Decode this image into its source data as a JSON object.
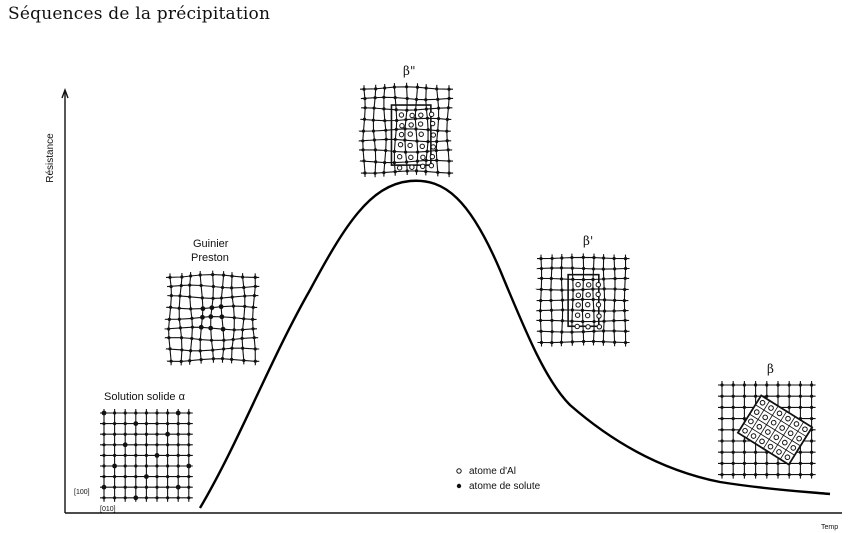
{
  "title": "Séquences de la précipitation",
  "axes": {
    "y_label": "Résistance",
    "x_label": "Temp"
  },
  "stages": [
    {
      "id": "alpha",
      "label": "Solution solide α"
    },
    {
      "id": "gp",
      "label_line1": "Guinier",
      "label_line2": "Preston"
    },
    {
      "id": "beta2",
      "label": "β\""
    },
    {
      "id": "beta1",
      "label": "β'"
    },
    {
      "id": "beta",
      "label": "β"
    }
  ],
  "axis_markers": {
    "dir1": "[100]",
    "dir2": "[010]"
  },
  "legend": [
    {
      "symbol": "open-circle",
      "label": "atome d'Al"
    },
    {
      "symbol": "filled-dot",
      "label": "atome de solute"
    }
  ]
}
